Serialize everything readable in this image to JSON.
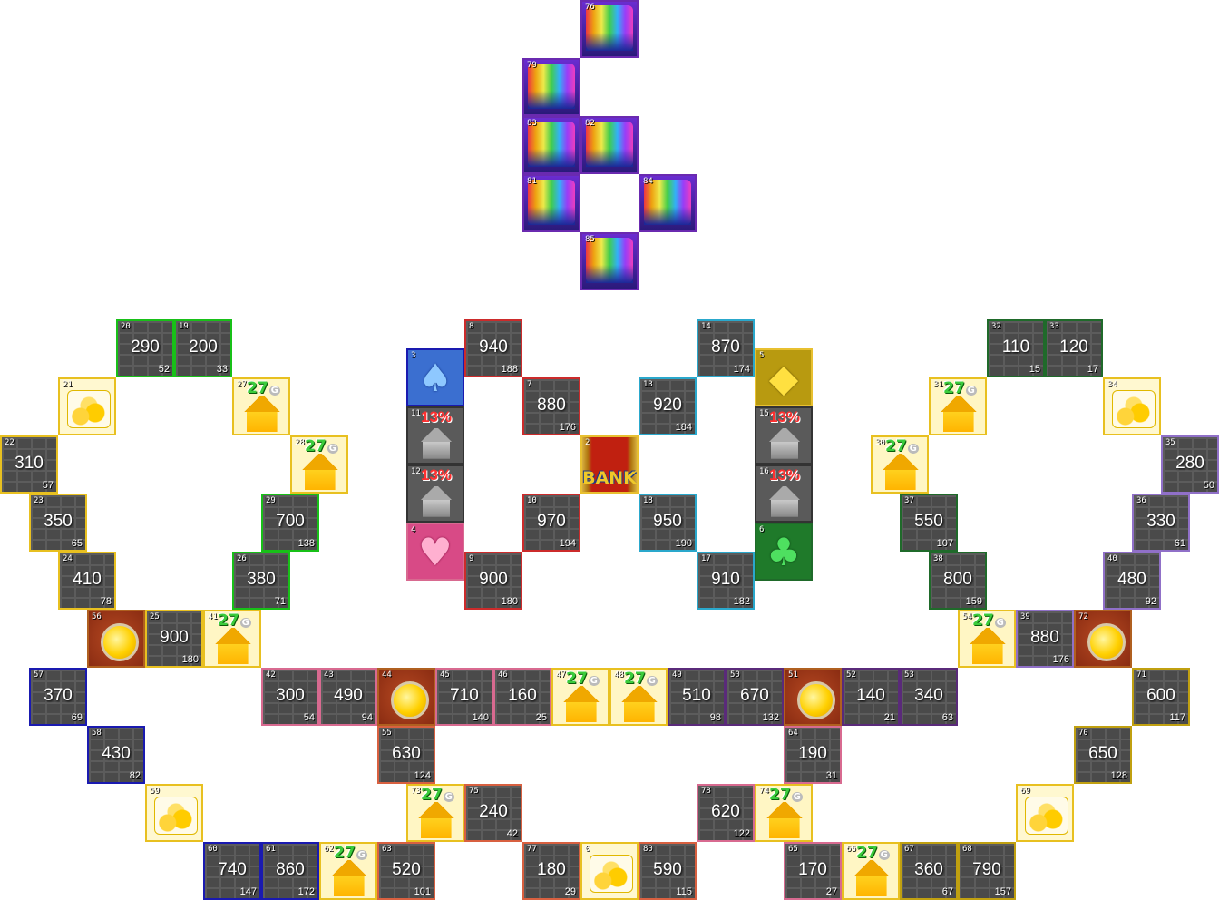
{
  "board_title": "",
  "colors": {
    "red": "#cc2b2b",
    "cyan": "#2aa8cc",
    "green": "#18c018",
    "yellow": "#e8c020",
    "darkgreen": "#1f6a2a",
    "lavender": "#9070c8",
    "blue": "#1a1ab0",
    "pink": "#d86a90",
    "purple": "#5a2a7a",
    "salmon": "#d86040",
    "brown": "#b06020",
    "gold": "#e8c030",
    "olive": "#c0a010",
    "violet": "#7a3aa8"
  },
  "tiles": [
    {
      "id": "76",
      "type": "lottery"
    },
    {
      "id": "79",
      "type": "lottery"
    },
    {
      "id": "83",
      "type": "lottery"
    },
    {
      "id": "82",
      "type": "lottery"
    },
    {
      "id": "81",
      "type": "lottery"
    },
    {
      "id": "84",
      "type": "lottery"
    },
    {
      "id": "85",
      "type": "lottery"
    },
    {
      "id": "20",
      "type": "property",
      "price": "290",
      "rent": "52",
      "color": "green"
    },
    {
      "id": "19",
      "type": "property",
      "price": "200",
      "rent": "33",
      "color": "green"
    },
    {
      "id": "21",
      "type": "coins",
      "color": "yellow"
    },
    {
      "id": "27",
      "type": "house",
      "badge": "27",
      "color": "yellow"
    },
    {
      "id": "22",
      "type": "property",
      "price": "310",
      "rent": "57",
      "color": "yellow"
    },
    {
      "id": "28",
      "type": "house",
      "badge": "27",
      "color": "yellow"
    },
    {
      "id": "23",
      "type": "property",
      "price": "350",
      "rent": "65",
      "color": "yellow"
    },
    {
      "id": "29",
      "type": "property",
      "price": "700",
      "rent": "138",
      "color": "green"
    },
    {
      "id": "24",
      "type": "property",
      "price": "410",
      "rent": "78",
      "color": "yellow"
    },
    {
      "id": "26",
      "type": "property",
      "price": "380",
      "rent": "71",
      "color": "green"
    },
    {
      "id": "56",
      "type": "chance",
      "color": "brown"
    },
    {
      "id": "25",
      "type": "property",
      "price": "900",
      "rent": "180",
      "color": "yellow"
    },
    {
      "id": "41",
      "type": "house",
      "badge": "27",
      "color": "yellow"
    },
    {
      "id": "8",
      "type": "property",
      "price": "940",
      "rent": "188",
      "color": "red"
    },
    {
      "id": "3",
      "type": "card-blue",
      "glyph": "♠",
      "color": "blue"
    },
    {
      "id": "7",
      "type": "property",
      "price": "880",
      "rent": "176",
      "color": "red"
    },
    {
      "id": "11",
      "type": "tax",
      "badge": "13%",
      "color": "gray"
    },
    {
      "id": "12",
      "type": "tax",
      "badge": "13%",
      "color": "gray"
    },
    {
      "id": "2",
      "type": "bank",
      "label": "BANK",
      "color": "gold"
    },
    {
      "id": "10",
      "type": "property",
      "price": "970",
      "rent": "194",
      "color": "red"
    },
    {
      "id": "4",
      "type": "card-pink",
      "glyph": "♥",
      "color": "pink"
    },
    {
      "id": "9",
      "type": "property",
      "price": "900",
      "rent": "180",
      "color": "red"
    },
    {
      "id": "14",
      "type": "property",
      "price": "870",
      "rent": "174",
      "color": "cyan"
    },
    {
      "id": "5",
      "type": "card-gold",
      "glyph": "◆",
      "color": "gold"
    },
    {
      "id": "13",
      "type": "property",
      "price": "920",
      "rent": "184",
      "color": "cyan"
    },
    {
      "id": "15",
      "type": "tax",
      "badge": "13%",
      "color": "gray"
    },
    {
      "id": "16",
      "type": "tax",
      "badge": "13%",
      "color": "gray"
    },
    {
      "id": "18",
      "type": "property",
      "price": "950",
      "rent": "190",
      "color": "cyan"
    },
    {
      "id": "6",
      "type": "card-green",
      "glyph": "♣",
      "color": "darkgreen"
    },
    {
      "id": "17",
      "type": "property",
      "price": "910",
      "rent": "182",
      "color": "cyan"
    },
    {
      "id": "32",
      "type": "property",
      "price": "110",
      "rent": "15",
      "color": "darkgreen"
    },
    {
      "id": "33",
      "type": "property",
      "price": "120",
      "rent": "17",
      "color": "darkgreen"
    },
    {
      "id": "31",
      "type": "house",
      "badge": "27",
      "color": "yellow"
    },
    {
      "id": "34",
      "type": "coins",
      "color": "yellow"
    },
    {
      "id": "30",
      "type": "house",
      "badge": "27",
      "color": "yellow"
    },
    {
      "id": "35",
      "type": "property",
      "price": "280",
      "rent": "50",
      "color": "lavender"
    },
    {
      "id": "37",
      "type": "property",
      "price": "550",
      "rent": "107",
      "color": "darkgreen"
    },
    {
      "id": "36",
      "type": "property",
      "price": "330",
      "rent": "61",
      "color": "lavender"
    },
    {
      "id": "38",
      "type": "property",
      "price": "800",
      "rent": "159",
      "color": "darkgreen"
    },
    {
      "id": "40",
      "type": "property",
      "price": "480",
      "rent": "92",
      "color": "lavender"
    },
    {
      "id": "54",
      "type": "house",
      "badge": "27",
      "color": "yellow"
    },
    {
      "id": "39",
      "type": "property",
      "price": "880",
      "rent": "176",
      "color": "lavender"
    },
    {
      "id": "72",
      "type": "chance",
      "color": "brown"
    },
    {
      "id": "57",
      "type": "property",
      "price": "370",
      "rent": "69",
      "color": "blue"
    },
    {
      "id": "42",
      "type": "property",
      "price": "300",
      "rent": "54",
      "color": "pink"
    },
    {
      "id": "43",
      "type": "property",
      "price": "490",
      "rent": "94",
      "color": "pink"
    },
    {
      "id": "44",
      "type": "chance",
      "color": "brown"
    },
    {
      "id": "45",
      "type": "property",
      "price": "710",
      "rent": "140",
      "color": "pink"
    },
    {
      "id": "46",
      "type": "property",
      "price": "160",
      "rent": "25",
      "color": "pink"
    },
    {
      "id": "47",
      "type": "house",
      "badge": "27",
      "color": "yellow"
    },
    {
      "id": "48",
      "type": "house",
      "badge": "27",
      "color": "yellow"
    },
    {
      "id": "49",
      "type": "property",
      "price": "510",
      "rent": "98",
      "color": "purple"
    },
    {
      "id": "50",
      "type": "property",
      "price": "670",
      "rent": "132",
      "color": "purple"
    },
    {
      "id": "51",
      "type": "chance",
      "color": "brown"
    },
    {
      "id": "52",
      "type": "property",
      "price": "140",
      "rent": "21",
      "color": "purple"
    },
    {
      "id": "53",
      "type": "property",
      "price": "340",
      "rent": "63",
      "color": "purple"
    },
    {
      "id": "71",
      "type": "property",
      "price": "600",
      "rent": "117",
      "color": "olive"
    },
    {
      "id": "58",
      "type": "property",
      "price": "430",
      "rent": "82",
      "color": "blue"
    },
    {
      "id": "55",
      "type": "property",
      "price": "630",
      "rent": "124",
      "color": "salmon"
    },
    {
      "id": "64",
      "type": "property",
      "price": "190",
      "rent": "31",
      "color": "pink"
    },
    {
      "id": "70",
      "type": "property",
      "price": "650",
      "rent": "128",
      "color": "olive"
    },
    {
      "id": "59",
      "type": "coins",
      "color": "yellow"
    },
    {
      "id": "73",
      "type": "house",
      "badge": "27",
      "color": "yellow"
    },
    {
      "id": "75",
      "type": "property",
      "price": "240",
      "rent": "42",
      "color": "salmon"
    },
    {
      "id": "78",
      "type": "property",
      "price": "620",
      "rent": "122",
      "color": "pink"
    },
    {
      "id": "74",
      "type": "house",
      "badge": "27",
      "color": "yellow"
    },
    {
      "id": "69",
      "type": "coins",
      "color": "yellow"
    },
    {
      "id": "60",
      "type": "property",
      "price": "740",
      "rent": "147",
      "color": "blue"
    },
    {
      "id": "61",
      "type": "property",
      "price": "860",
      "rent": "172",
      "color": "blue"
    },
    {
      "id": "62",
      "type": "house",
      "badge": "27",
      "color": "yellow"
    },
    {
      "id": "63",
      "type": "property",
      "price": "520",
      "rent": "101",
      "color": "salmon"
    },
    {
      "id": "77",
      "type": "property",
      "price": "180",
      "rent": "29",
      "color": "salmon"
    },
    {
      "id": "0",
      "type": "coins",
      "color": "yellow"
    },
    {
      "id": "80",
      "type": "property",
      "price": "590",
      "rent": "115",
      "color": "salmon"
    },
    {
      "id": "65",
      "type": "property",
      "price": "170",
      "rent": "27",
      "color": "pink"
    },
    {
      "id": "66",
      "type": "house",
      "badge": "27",
      "color": "yellow"
    },
    {
      "id": "67",
      "type": "property",
      "price": "360",
      "rent": "67",
      "color": "olive"
    },
    {
      "id": "68",
      "type": "property",
      "price": "790",
      "rent": "157",
      "color": "olive"
    }
  ]
}
